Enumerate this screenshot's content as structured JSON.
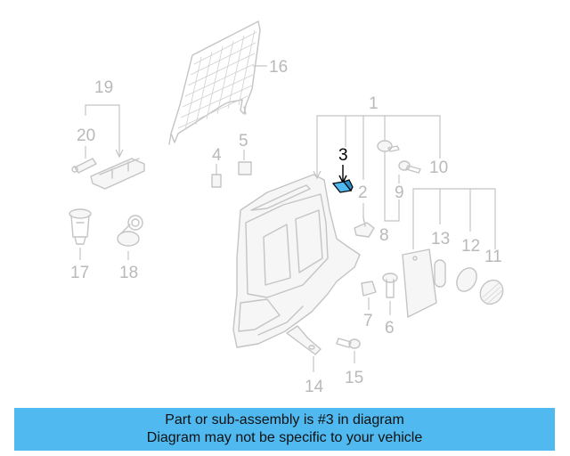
{
  "diagram": {
    "callouts": {
      "c1": "1",
      "c2": "2",
      "c3": "3",
      "c4": "4",
      "c5": "5",
      "c6": "6",
      "c7": "7",
      "c8": "8",
      "c9": "9",
      "c10": "10",
      "c11": "11",
      "c12": "12",
      "c13": "13",
      "c14": "14",
      "c15": "15",
      "c16": "16",
      "c17": "17",
      "c18": "18",
      "c19": "19",
      "c20": "20"
    },
    "highlighted_part": "3",
    "highlight_color": "#4fb9f0"
  },
  "banner": {
    "line1": "Part or sub-assembly is #3 in diagram",
    "line2": "Diagram may not be specific to your vehicle",
    "background": "#4fb9f0"
  }
}
